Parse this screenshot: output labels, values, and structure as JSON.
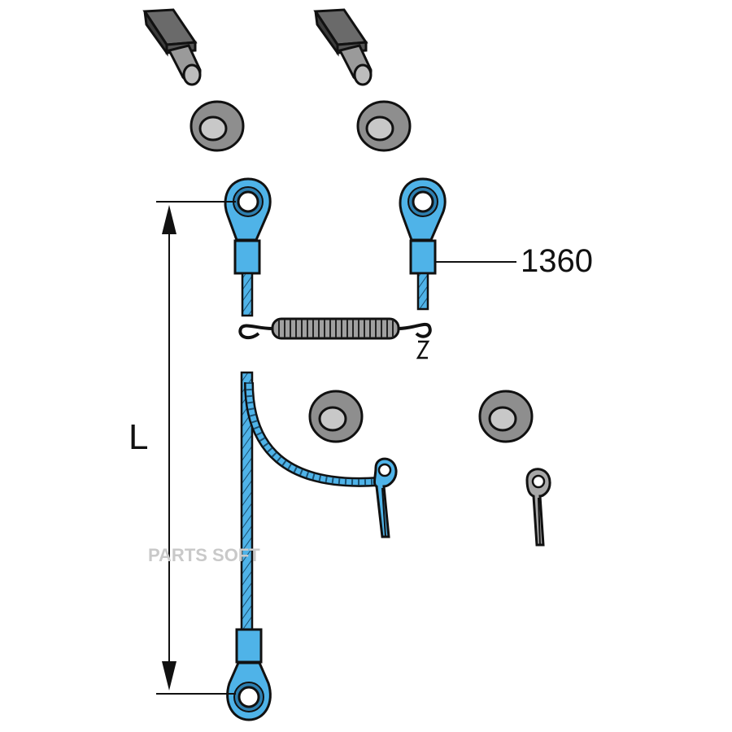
{
  "diagram": {
    "part_number": "1360",
    "dimension_label": "L",
    "watermark": "PARTS SOFT",
    "colors": {
      "cable_blue": "#4fb3e8",
      "outline": "#111111",
      "part_gray": "#8e8e8e",
      "part_gray_light": "#b5b5b5"
    }
  }
}
